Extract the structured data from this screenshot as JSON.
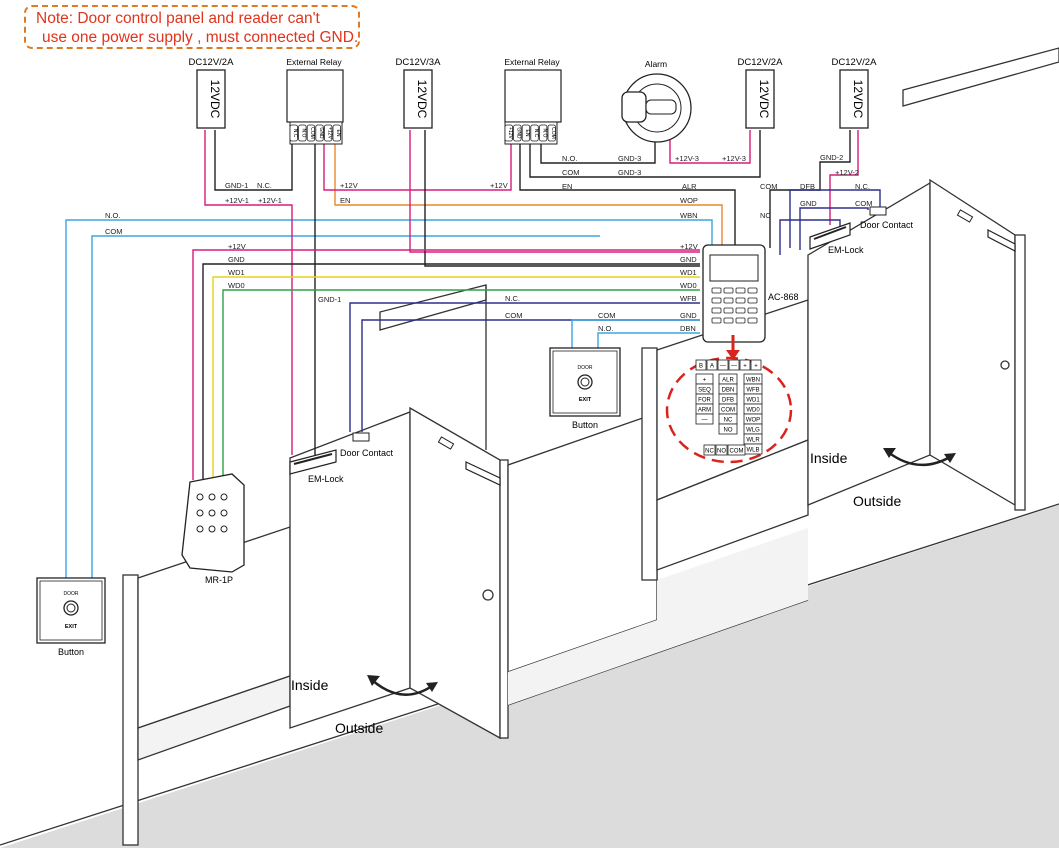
{
  "note": {
    "line1": "Note:  Door control panel and  reader can't",
    "line2": "use one power supply , must connected GND."
  },
  "power_supplies": {
    "psu1": {
      "title": "DC12V/2A",
      "body": "12VDC"
    },
    "psu2": {
      "title": "DC12V/3A",
      "body": "12VDC"
    },
    "psu3": {
      "title": "DC12V/2A",
      "body": "12VDC"
    },
    "psu4": {
      "title": "DC12V/2A",
      "body": "12VDC"
    },
    "terminals": [
      "+",
      "-"
    ]
  },
  "relays": {
    "relay1": {
      "title": "External Relay",
      "terminals": [
        "N.C",
        "N.O",
        "COM",
        "GND",
        "+12V",
        "EN"
      ]
    },
    "relay2": {
      "title": "External Relay",
      "terminals": [
        "+12V",
        "GND",
        "EN",
        "N.C",
        "N.O",
        "COM"
      ]
    }
  },
  "alarm": {
    "title": "Alarm"
  },
  "wire_labels": {
    "gnd1_a": "GND-1",
    "nc_a": "N.C.",
    "p12v1_a": "+12V-1",
    "p12v1_b": "+12V-1",
    "no_btn": "N.O.",
    "com_btn": "COM",
    "p12v_relay_a": "+12V",
    "p12v_relay_b": "+12V",
    "en_a": "EN",
    "no_alarm": "N.O.",
    "gnd3_a": "GND-3",
    "p12v3_a": "+12V-3",
    "p12v3_b": "+12V-3",
    "com_alarm": "COM",
    "gnd3_b": "GND-3",
    "en_b": "EN",
    "alr": "ALR",
    "wop": "WOP",
    "wbn": "WBN",
    "r_p12v": "+12V",
    "r_gnd": "GND",
    "r_wd1": "WD1",
    "r_wd0": "WD0",
    "l_p12v": "+12V",
    "l_gnd": "GND",
    "l_wd1": "WD1",
    "l_wd0": "WD0",
    "gnd1_b": "GND-1",
    "wfb": "WFB",
    "nc_b": "N.C.",
    "com_b": "COM",
    "com_c": "COM",
    "no_c": "N.O.",
    "gnd_r": "GND",
    "dbn": "DBN",
    "com_em": "COM",
    "nc_em": "NC",
    "dfb": "DFB",
    "gnd_em": "GND",
    "gnd2": "GND-2",
    "p12v2": "+12V-2",
    "nc_dc": "N.C.",
    "com_dc": "COM"
  },
  "devices": {
    "controller": "AC-868",
    "reader": "MR-1P",
    "button_left": {
      "top": "DOOR",
      "bottom": "EXIT",
      "caption": "Button"
    },
    "button_mid": {
      "top": "DOOR",
      "bottom": "EXIT",
      "caption": "Button"
    },
    "emlock_left": "EM-Lock",
    "doorcontact_left": "Door Contact",
    "emlock_right": "EM-Lock",
    "doorcontact_right": "Door Contact"
  },
  "terminal_detail": {
    "row_top": [
      "B",
      "A",
      "—",
      "—",
      "+",
      "+"
    ],
    "col_left": [
      "+",
      "SEQ",
      "FOR",
      "ARM",
      "—"
    ],
    "col_mid": [
      "ALR",
      "DBN",
      "DFB",
      "COM",
      "NC",
      "NO"
    ],
    "col_right": [
      "WBN",
      "WFB",
      "WD1",
      "WD0",
      "WOP",
      "WLG",
      "WLR",
      "WLB"
    ],
    "row_bottom": [
      "NC",
      "NO",
      "COM"
    ]
  },
  "labels": {
    "inside_left": "Inside",
    "outside_left": "Outside",
    "inside_right": "Inside",
    "outside_right": "Outside"
  },
  "colors": {
    "cyan": "#3aa6e0",
    "pink": "#d81b7a",
    "orange": "#e8882a",
    "yellow": "#e6d21e",
    "green": "#2fa04a",
    "navy": "#2d2f8c",
    "black": "#222222",
    "gray": "#555555",
    "floor": "#dcdcdc",
    "red": "#d9241e"
  }
}
